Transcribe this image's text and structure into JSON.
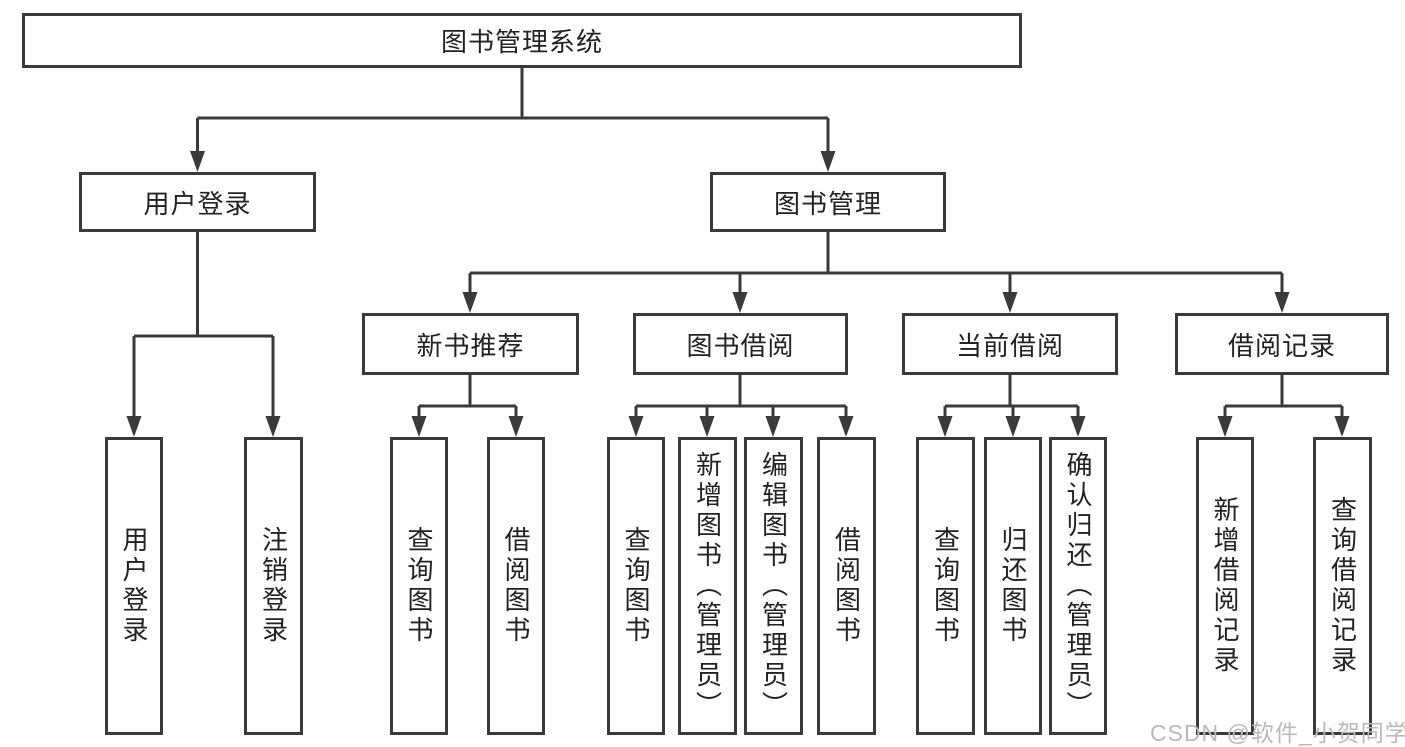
{
  "diagram": {
    "type": "tree",
    "root": {
      "id": "library-management-system",
      "label": "图书管理系统",
      "children": [
        {
          "id": "user-login",
          "label": "用户登录",
          "children": [
            {
              "id": "user-login-action",
              "label": "用户登录"
            },
            {
              "id": "logout",
              "label": "注销登录"
            }
          ]
        },
        {
          "id": "book-management",
          "label": "图书管理",
          "children": [
            {
              "id": "new-book-recommendation",
              "label": "新书推荐",
              "children": [
                {
                  "id": "query-books",
                  "label": "查询图书"
                },
                {
                  "id": "borrow-books",
                  "label": "借阅图书"
                }
              ]
            },
            {
              "id": "book-borrowing",
              "label": "图书借阅",
              "children": [
                {
                  "id": "query-books",
                  "label": "查询图书"
                },
                {
                  "id": "add-books-admin",
                  "label": "新增图书（管理员）"
                },
                {
                  "id": "edit-books-admin",
                  "label": "编辑图书（管理员）"
                },
                {
                  "id": "borrow-books",
                  "label": "借阅图书"
                }
              ]
            },
            {
              "id": "current-borrowing",
              "label": "当前借阅",
              "children": [
                {
                  "id": "query-books",
                  "label": "查询图书"
                },
                {
                  "id": "return-books",
                  "label": "归还图书"
                },
                {
                  "id": "confirm-return-admin",
                  "label": "确认归还（管理员）"
                }
              ]
            },
            {
              "id": "borrowing-records",
              "label": "借阅记录",
              "children": [
                {
                  "id": "add-borrowing-record",
                  "label": "新增借阅记录"
                },
                {
                  "id": "query-borrowing-record",
                  "label": "查询借阅记录"
                }
              ]
            }
          ]
        }
      ]
    }
  },
  "watermark": {
    "text": "CSDN @软件_小贺同学"
  },
  "colors": {
    "line": "#3a3a3a",
    "text": "#222222",
    "background": "#ffffff",
    "watermark": "#b9b9b9"
  }
}
